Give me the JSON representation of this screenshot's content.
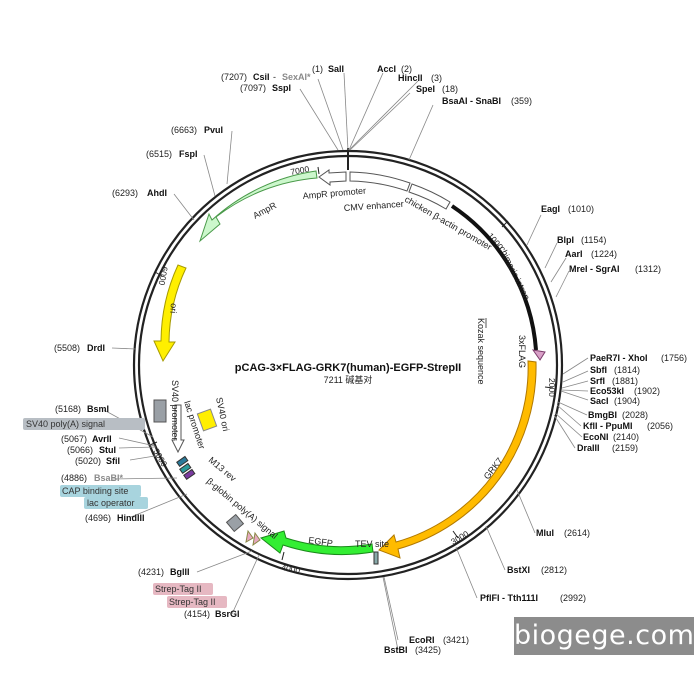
{
  "title": "pCAG-3×FLAG-GRK7(human)-EGFP-StrepII",
  "subtitle": "7211 碱基对",
  "watermark": "biogege.com",
  "ticks": [
    "1000",
    "2000",
    "3000",
    "4000",
    "5000",
    "6000",
    "7000"
  ],
  "colors": {
    "ampr": "#ccf7cc",
    "ori": "#ffef00",
    "grk7": "#ffbb00",
    "egfp": "#33ee33",
    "promoter": "#ffffff",
    "backbone": "#222222",
    "signal_grey": "#9aa0a6",
    "badge_blue": "#a8d4de",
    "badge_pink": "#e6b8c2",
    "badge_grey": "#b8bec4"
  },
  "sites": [
    {
      "pos": "(1)",
      "name": "SalI"
    },
    {
      "pos": "(2)",
      "name": "AccI"
    },
    {
      "pos": "(3)",
      "name": "HincII"
    },
    {
      "pos": "(18)",
      "name": "SpeI"
    },
    {
      "pos": "(359)",
      "name": "BsaAI - SnaBI"
    },
    {
      "pos": "(1010)",
      "name": "EagI"
    },
    {
      "pos": "(1154)",
      "name": "BlpI"
    },
    {
      "pos": "(1224)",
      "name": "AarI"
    },
    {
      "pos": "(1312)",
      "name": "MreI - SgrAI"
    },
    {
      "pos": "(1756)",
      "name": "PaeR7I - XhoI"
    },
    {
      "pos": "(1814)",
      "name": "SbfI"
    },
    {
      "pos": "(1881)",
      "name": "SrfI"
    },
    {
      "pos": "(1902)",
      "name": "Eco53kI"
    },
    {
      "pos": "(1904)",
      "name": "SacI"
    },
    {
      "pos": "(2028)",
      "name": "BmgBI"
    },
    {
      "pos": "(2056)",
      "name": "KflI - PpuMI"
    },
    {
      "pos": "(2140)",
      "name": "EcoNI"
    },
    {
      "pos": "(2159)",
      "name": "DraIII"
    },
    {
      "pos": "(2614)",
      "name": "MluI"
    },
    {
      "pos": "(2812)",
      "name": "BstXI"
    },
    {
      "pos": "(2992)",
      "name": "PflFI - Tth111I"
    },
    {
      "pos": "(3421)",
      "name": "EcoRI"
    },
    {
      "pos": "(3425)",
      "name": "BstBI"
    },
    {
      "pos": "(4154)",
      "name": "BsrGI"
    },
    {
      "pos": "(4231)",
      "name": "BglII"
    },
    {
      "pos": "(4696)",
      "name": "HindIII"
    },
    {
      "pos": "(4886)",
      "name": "BsaBI*"
    },
    {
      "pos": "(5020)",
      "name": "SfiI"
    },
    {
      "pos": "(5066)",
      "name": "StuI"
    },
    {
      "pos": "(5067)",
      "name": "AvrII"
    },
    {
      "pos": "(5168)",
      "name": "BsmI"
    },
    {
      "pos": "(5508)",
      "name": "DrdI"
    },
    {
      "pos": "(6293)",
      "name": "AhdI"
    },
    {
      "pos": "(6515)",
      "name": "FspI"
    },
    {
      "pos": "(6663)",
      "name": "PvuI"
    },
    {
      "pos": "(7097)",
      "name": "SspI"
    },
    {
      "pos": "(7207)",
      "name": "CsiI",
      "extra": "SexAI*"
    }
  ],
  "features": {
    "ampr": "AmpR",
    "ampr_promoter": "AmpR promoter",
    "cmv_enhancer": "CMV enhancer",
    "chicken_promoter": "chicken β-actin promoter",
    "chimeric_intron": "chimeric intron",
    "kozak": "Kozak sequence",
    "flag": "3xFLAG",
    "grk7": "GRK7",
    "tev": "TEV site",
    "egfp": "EGFP",
    "globin": "β-globin poly(A) signal",
    "m13": "M13 rev",
    "sv40_promoter": "SV40 promoter",
    "lac_promoter": "lac promoter",
    "sv40_ori": "SV40 ori",
    "ori": "ori"
  },
  "badges": {
    "sv40_polya": "SV40 poly(A) signal",
    "cap": "CAP binding site",
    "lac_operator": "lac operator",
    "strep1": "Strep-Tag II",
    "strep2": "Strep-Tag II"
  }
}
